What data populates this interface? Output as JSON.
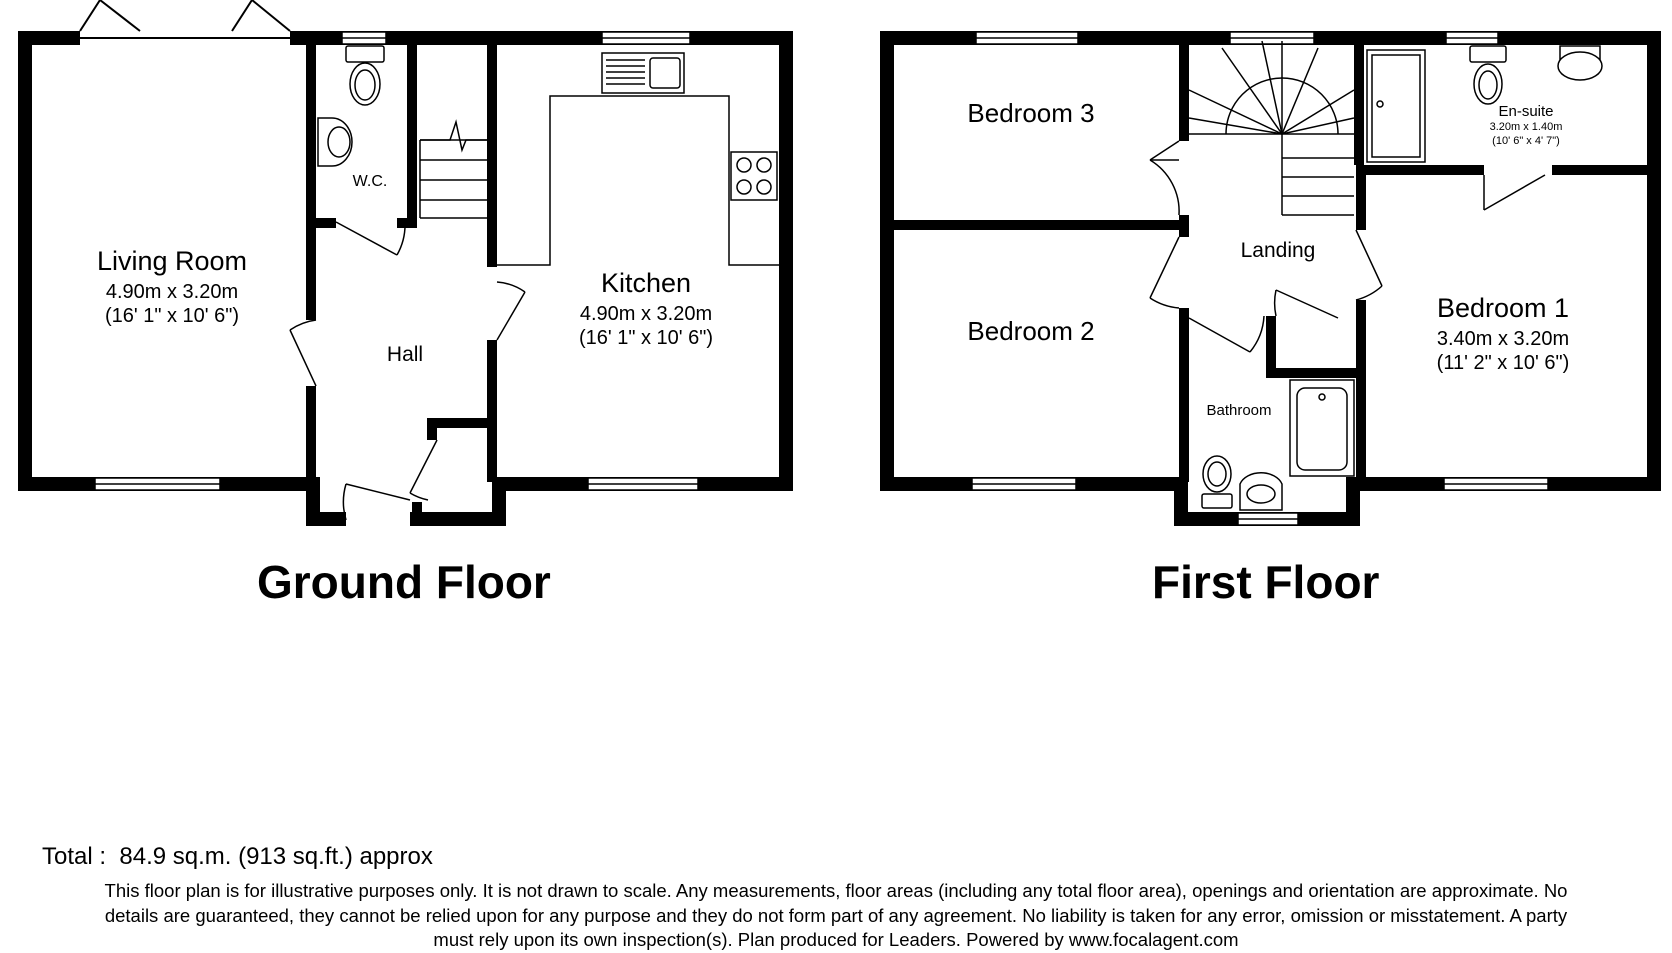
{
  "ground_floor": {
    "title": "Ground Floor",
    "rooms": {
      "living_room": {
        "name": "Living Room",
        "dims_m": "4.90m x 3.20m",
        "dims_ft": "(16' 1\" x 10' 6\")"
      },
      "wc": {
        "name": "W.C."
      },
      "hall": {
        "name": "Hall"
      },
      "kitchen": {
        "name": "Kitchen",
        "dims_m": "4.90m x 3.20m",
        "dims_ft": "(16' 1\" x 10' 6\")"
      }
    }
  },
  "first_floor": {
    "title": "First Floor",
    "rooms": {
      "bedroom3": {
        "name": "Bedroom 3"
      },
      "bedroom2": {
        "name": "Bedroom 2"
      },
      "landing": {
        "name": "Landing"
      },
      "bathroom": {
        "name": "Bathroom"
      },
      "ensuite": {
        "name": "En-suite",
        "dims_m": "3.20m x 1.40m",
        "dims_ft": "(10' 6\" x 4' 7\")"
      },
      "bedroom1": {
        "name": "Bedroom 1",
        "dims_m": "3.40m x 3.20m",
        "dims_ft": "(11' 2\" x 10' 6\")"
      }
    }
  },
  "footer": {
    "total": "Total :  84.9 sq.m. (913 sq.ft.) approx",
    "disclaimer_lines": [
      "This floor plan is for illustrative purposes only. It is not drawn to scale. Any measurements, floor areas (including any total floor area), openings and orientation are approximate. No",
      "details are guaranteed, they cannot be relied upon for any purpose and they do not form part of any agreement. No liability is taken for any error, omission or misstatement. A party",
      "must rely upon its own inspection(s). Plan produced for Leaders. Powered by www.focalagent.com"
    ]
  }
}
